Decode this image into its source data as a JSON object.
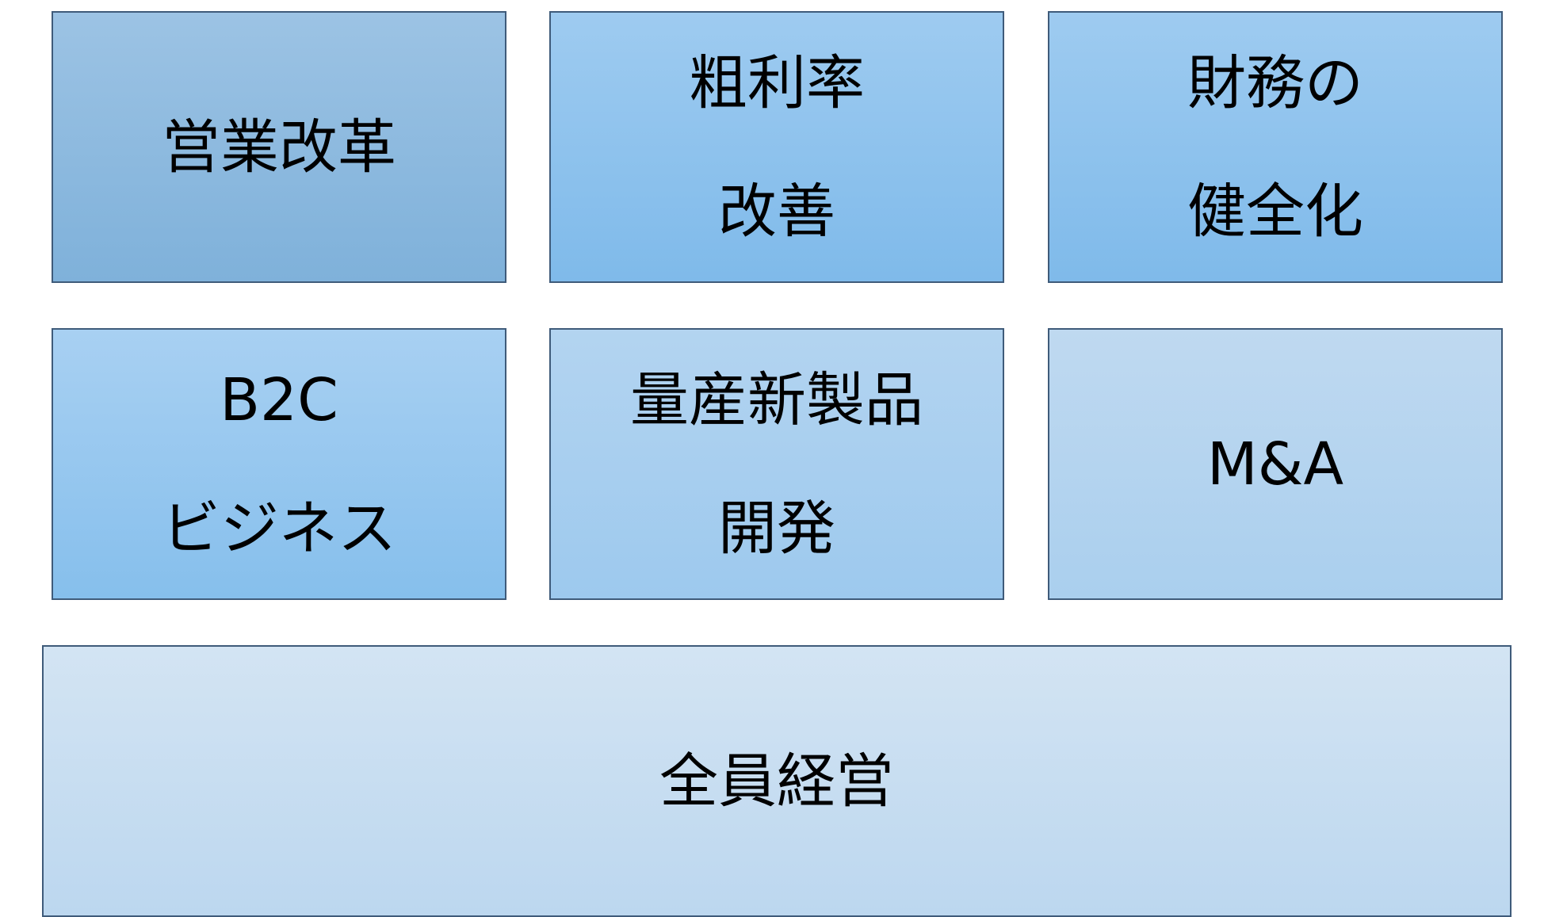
{
  "boxes": [
    {
      "lines": [
        "営業改革"
      ]
    },
    {
      "lines": [
        "粗利率",
        "改善"
      ]
    },
    {
      "lines": [
        "財務の",
        "健全化"
      ]
    },
    {
      "lines": [
        "B2C",
        "ビジネス"
      ]
    },
    {
      "lines": [
        "量産新製品",
        "開発"
      ]
    },
    {
      "lines": [
        "M&A"
      ]
    },
    {
      "lines": [
        "全員経営"
      ]
    }
  ]
}
